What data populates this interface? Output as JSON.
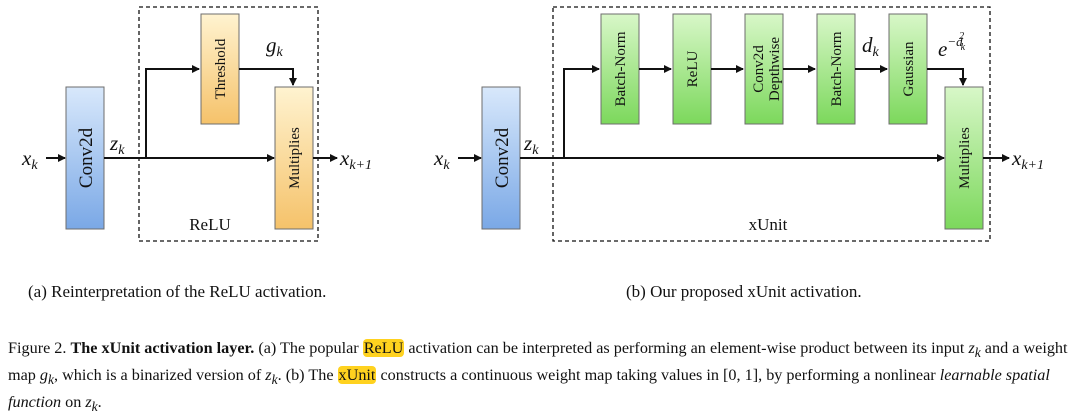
{
  "diagram_a": {
    "conv_label": "Conv2d",
    "threshold_label": "Threshold",
    "multiplies_label": "Multiplies",
    "group_label": "ReLU",
    "x_in": "x",
    "x_in_sub": "k",
    "z": "z",
    "z_sub": "k",
    "g": "g",
    "g_sub": "k",
    "x_out": "x",
    "x_out_sub": "k+1"
  },
  "diagram_b": {
    "conv_label": "Conv2d",
    "blocks": [
      "Batch-Norm",
      "ReLU",
      "Conv2d",
      "Depthwise",
      "Batch-Norm",
      "Gaussian"
    ],
    "multiplies_label": "Multiplies",
    "group_label": "xUnit",
    "x_in": "x",
    "x_in_sub": "k",
    "z": "z",
    "z_sub": "k",
    "d": "d",
    "d_sub": "k",
    "e": "e",
    "e_exp": "−d",
    "e_exp_sub": "k",
    "e_exp_sup": "2",
    "x_out": "x",
    "x_out_sub": "k+1"
  },
  "captions": {
    "a": "(a) Reinterpretation of the ReLU activation.",
    "b": "(b) Our proposed xUnit activation."
  },
  "figure_caption": {
    "prefix": "Figure 2. ",
    "bold": "The xUnit activation layer.",
    "t1": " (a) The popular ",
    "hl1": "ReLU",
    "t2": " activation can be interpreted as performing an element-wise product between its input ",
    "z1": "z",
    "z1_sub": "k",
    "t3": " and a weight map ",
    "g": "g",
    "g_sub": "k",
    "t4": ", which is a binarized version of ",
    "z2": "z",
    "z2_sub": "k",
    "t5": ". (b) The ",
    "hl2": "xUnit",
    "t6": " constructs a continuous weight map taking values in [0, 1], by performing a nonlinear ",
    "italic": "learnable spatial function",
    "t7": " on ",
    "z3": "z",
    "z3_sub": "k",
    "t8": "."
  },
  "colors": {
    "blue_top": "#d8e8fb",
    "blue_bottom": "#7aa8e6",
    "orange_top": "#fff3d0",
    "orange_bottom": "#f5c26a",
    "green_top": "#d8f7c8",
    "green_bottom": "#7cd85c"
  }
}
